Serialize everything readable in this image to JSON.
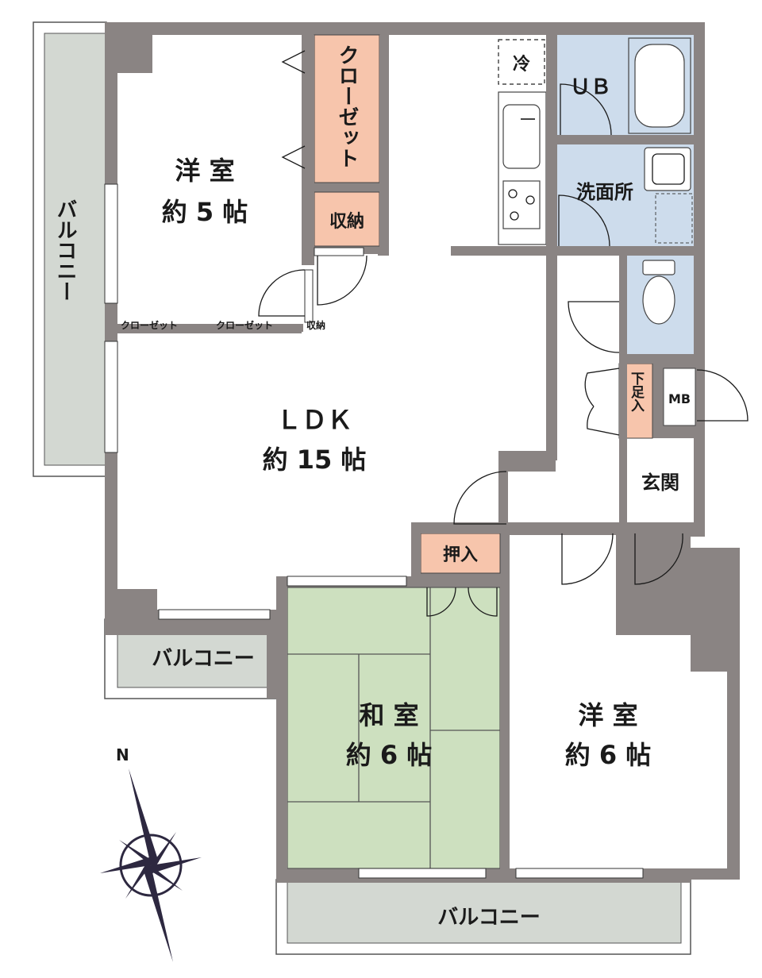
{
  "rooms": {
    "western_nw": {
      "name": "洋 室",
      "size": "約 5 帖"
    },
    "ldk": {
      "name": "ＬＤＫ",
      "size": "約 15 帖"
    },
    "washitsu": {
      "name": "和 室",
      "size": "約 6 帖"
    },
    "western_se": {
      "name": "洋 室",
      "size": "約 6 帖"
    },
    "ub": "ＵＢ",
    "washroom": "洗面所",
    "entrance": "玄関"
  },
  "storage": {
    "closet_tall": "クローゼット",
    "shuunou": "収納",
    "oshiire": "押入",
    "shoe": "下足入",
    "mb": "MB",
    "fridge": "冷",
    "bar_closet_1": "クローゼット",
    "bar_closet_2": "クローゼット",
    "bar_shuunou": "収納"
  },
  "balconies": {
    "west": "バルコニー",
    "sw": "バルコニー",
    "south": "バルコニー"
  },
  "compass": {
    "north": "N"
  },
  "colors": {
    "wall": "#8a8483",
    "wet_area": "#cddcec",
    "tatami": "#cde0bf",
    "storage": "#f7c5ac",
    "balcony": "#d3d8d2"
  }
}
